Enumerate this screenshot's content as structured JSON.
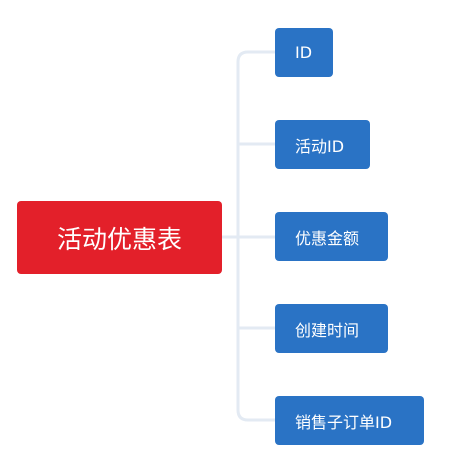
{
  "colors": {
    "root_fill": "#e3202a",
    "child_fill": "#2a73c5",
    "connector": "#e3eaf3",
    "text": "#ffffff"
  },
  "mindmap": {
    "root": {
      "label": "活动优惠表"
    },
    "children": [
      {
        "label": "ID"
      },
      {
        "label": "活动ID"
      },
      {
        "label": "优惠金额"
      },
      {
        "label": "创建时间"
      },
      {
        "label": "销售子订单ID"
      }
    ]
  }
}
